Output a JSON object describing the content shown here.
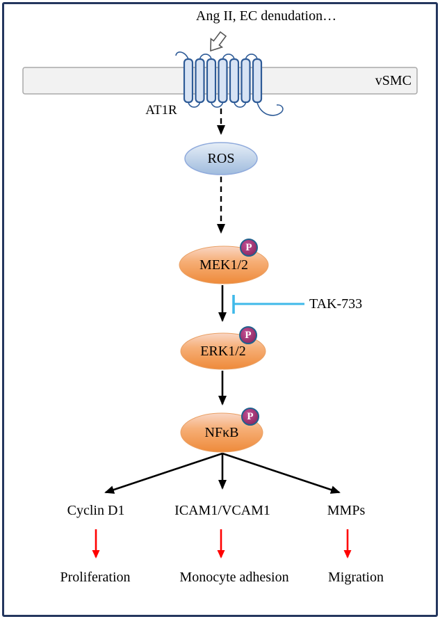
{
  "diagram": {
    "stimulus_label": "Ang II, EC denudation…",
    "membrane_label": "vSMC",
    "receptor_label": "AT1R",
    "cascade": {
      "ros": "ROS",
      "mek": "MEK1/2",
      "erk": "ERK1/2",
      "nfkb": "NFκB"
    },
    "phospho_badge": "P",
    "inhibitor_label": "TAK-733",
    "targets": [
      {
        "gene": "Cyclin D1",
        "outcome": "Proliferation"
      },
      {
        "gene": "ICAM1/VCAM1",
        "outcome": "Monocyte adhesion"
      },
      {
        "gene": "MMPs",
        "outcome": "Migration"
      }
    ],
    "colors": {
      "frame_border": "#24365E",
      "membrane_fill": "#F2F2F2",
      "receptor_blue": "#2E5B97",
      "node_orange": "#EE8A3A",
      "ros_blue": "#9FBBDD",
      "phospho_purple": "#7E2158",
      "inhibitor_line_blue": "#3FB9E9",
      "outcome_arrow_red": "#FF0000",
      "arrow_black": "#000000"
    }
  }
}
